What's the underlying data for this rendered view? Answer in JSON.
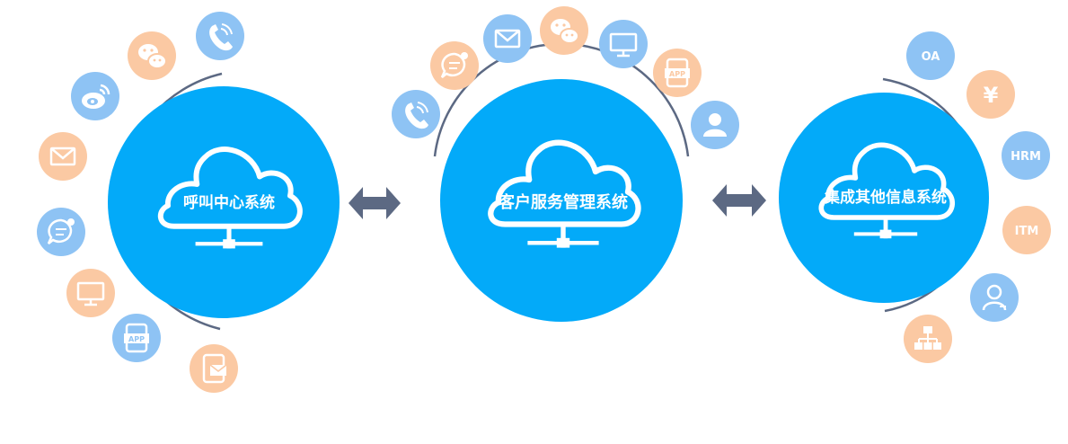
{
  "systems": [
    {
      "label": "呼叫中心系统"
    },
    {
      "label": "客户服务管理系统"
    },
    {
      "label": "集成其他信息系统"
    }
  ],
  "colors": {
    "hub": "#03aaf9",
    "orbit": "#5c6983",
    "arrow": "#5c6983",
    "blue_bubble": "#8ec3f4",
    "orange_bubble": "#fbc9a3"
  },
  "left_channels": [
    {
      "icon": "phone-icon",
      "color": "blue"
    },
    {
      "icon": "wechat-icon",
      "color": "orange"
    },
    {
      "icon": "weibo-icon",
      "color": "blue"
    },
    {
      "icon": "mail-icon",
      "color": "orange"
    },
    {
      "icon": "chat-bubble-icon",
      "color": "blue"
    },
    {
      "icon": "monitor-icon",
      "color": "orange"
    },
    {
      "icon": "app-icon",
      "color": "blue"
    },
    {
      "icon": "sms-icon",
      "color": "orange"
    }
  ],
  "center_channels": [
    {
      "icon": "phone-icon",
      "color": "blue"
    },
    {
      "icon": "chat-bubble-icon",
      "color": "orange"
    },
    {
      "icon": "mail-icon",
      "color": "blue"
    },
    {
      "icon": "wechat-icon",
      "color": "orange"
    },
    {
      "icon": "monitor-icon",
      "color": "blue"
    },
    {
      "icon": "app-icon",
      "color": "orange"
    },
    {
      "icon": "user-icon",
      "color": "blue"
    }
  ],
  "right_systems": [
    {
      "label": "OA",
      "icon": "",
      "color": "blue"
    },
    {
      "label": "",
      "icon": "yen-icon",
      "color": "orange"
    },
    {
      "label": "HRM",
      "icon": "",
      "color": "blue"
    },
    {
      "label": "ITM",
      "icon": "",
      "color": "orange"
    },
    {
      "label": "",
      "icon": "user-outline-icon",
      "color": "blue"
    },
    {
      "label": "",
      "icon": "org-chart-icon",
      "color": "orange"
    }
  ],
  "app_badge": "APP",
  "yen_symbol": "¥"
}
